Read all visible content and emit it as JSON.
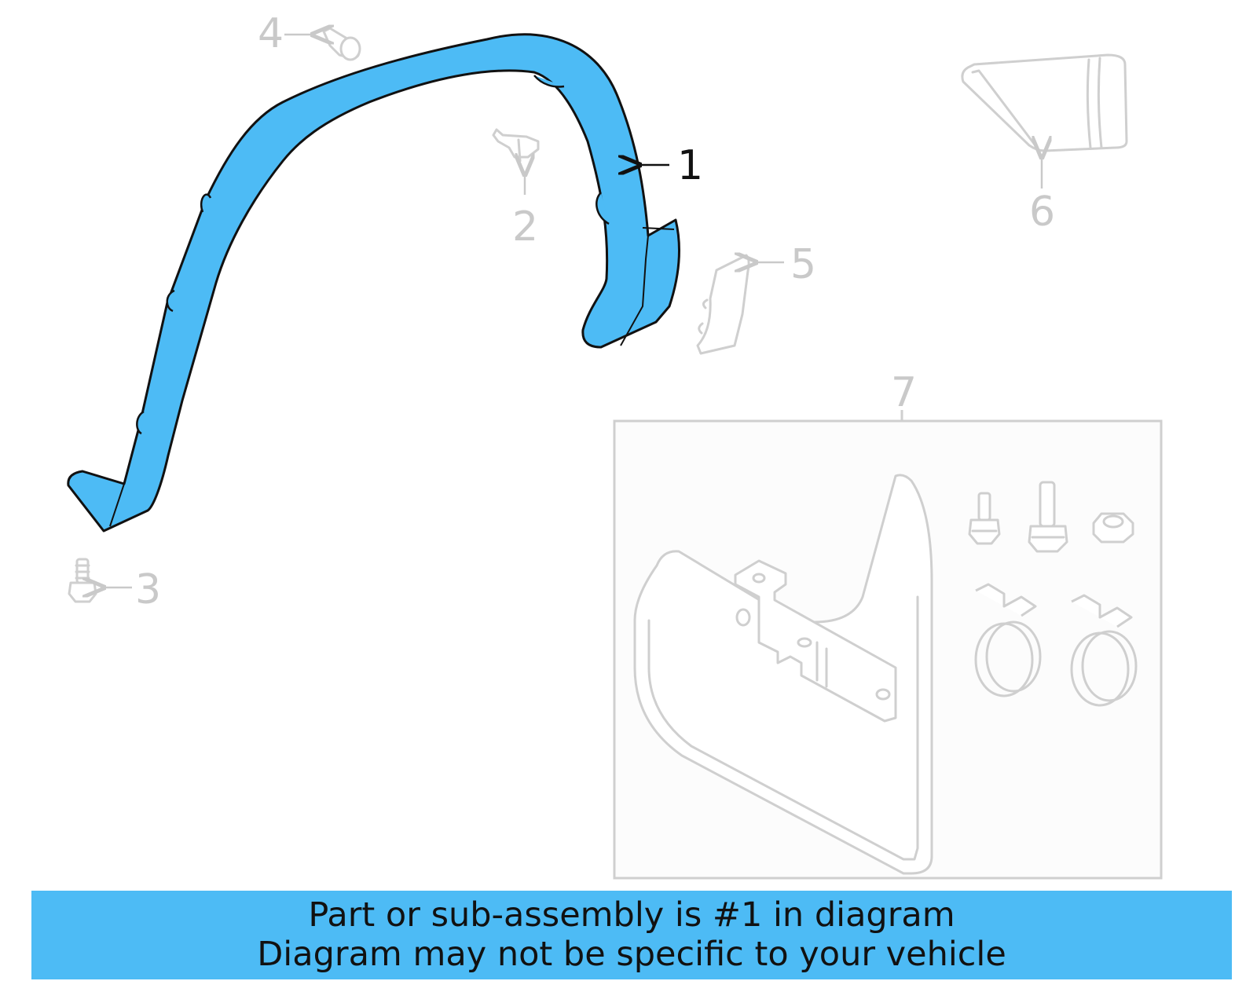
{
  "diagram": {
    "highlight_color": "#4dbbf5",
    "dim_color": "#c9c9c9",
    "callouts": [
      "1",
      "2",
      "3",
      "4",
      "5",
      "6",
      "7"
    ],
    "highlighted_callout": "1"
  },
  "banner": {
    "line1": "Part or sub-assembly is #1 in diagram",
    "line2": "Diagram may not be specific to your vehicle"
  }
}
